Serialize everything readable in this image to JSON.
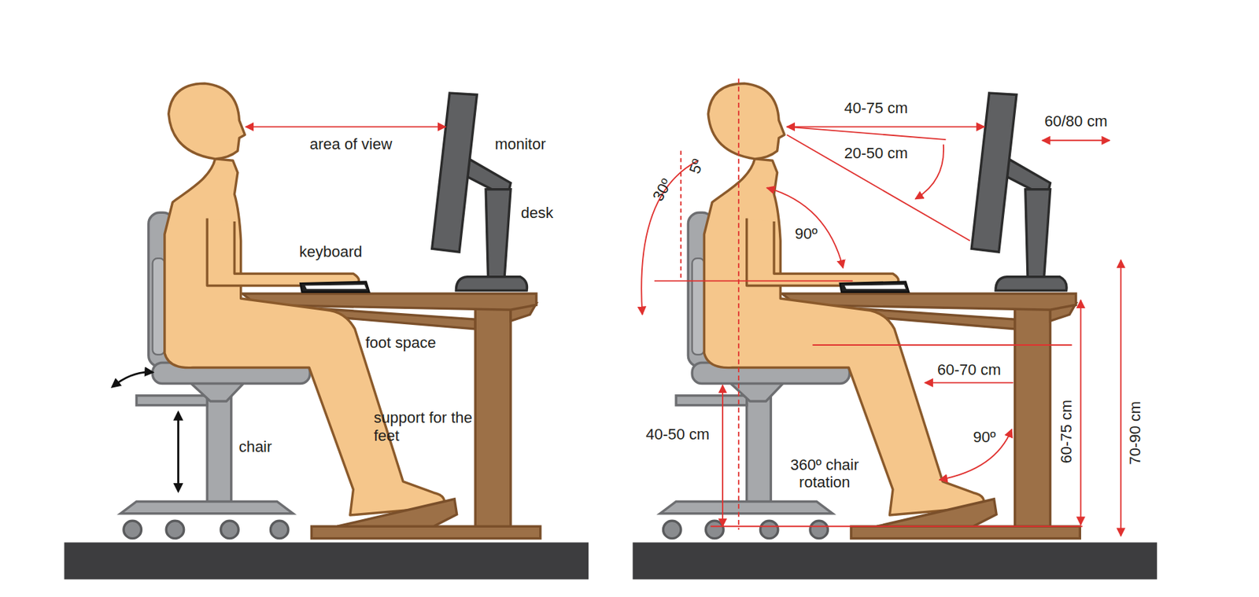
{
  "diagram": {
    "labels": [
      "area of view",
      "monitor",
      "desk",
      "keyboard",
      "foot space",
      "support for the feet",
      "chair",
      "40-75 cm",
      "60/80 cm",
      "20-50 cm",
      "30º",
      "5º",
      "90º",
      "60-70 cm",
      "40-50 cm",
      "360º chair rotation",
      "90º",
      "60-75 cm",
      "70-90 cm"
    ]
  }
}
